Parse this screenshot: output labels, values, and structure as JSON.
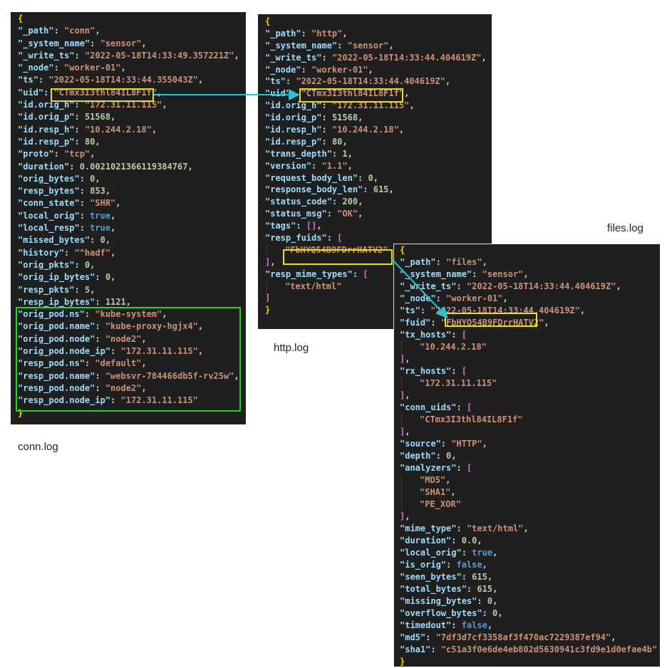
{
  "labels": {
    "conn": "conn.log",
    "http": "http.log",
    "files": "files.log"
  },
  "colors": {
    "background": "#1f1f1f",
    "key": "#9cdcfe",
    "string": "#ce9178",
    "number": "#b5cea8",
    "boolean": "#569cd6",
    "brace": "#ffd700",
    "bracket": "#da70d6",
    "highlight_uid": "#e8e010",
    "highlight_pod": "#2bd12b",
    "arrow": "#27c4d4"
  },
  "panels": {
    "conn": [
      {
        "v": "{",
        "t": "y"
      },
      {
        "k": "_path",
        "v": "\"conn\"",
        "t": "s",
        "c": ","
      },
      {
        "k": "_system_name",
        "v": "\"sensor\"",
        "t": "s",
        "c": ","
      },
      {
        "k": "_write_ts",
        "v": "\"2022-05-18T14:33:49.357221Z\"",
        "t": "s",
        "c": ","
      },
      {
        "k": "_node",
        "v": "\"worker-01\"",
        "t": "s",
        "c": ","
      },
      {
        "k": "ts",
        "v": "\"2022-05-18T14:33:44.355043Z\"",
        "t": "s",
        "c": ","
      },
      {
        "k": "uid",
        "v": "\"CTmx3I3thl84IL8F1f\"",
        "t": "s",
        "c": ","
      },
      {
        "k": "id.orig_h",
        "v": "\"172.31.11.115\"",
        "t": "s",
        "c": ","
      },
      {
        "k": "id.orig_p",
        "v": "51568",
        "t": "n",
        "c": ","
      },
      {
        "k": "id.resp_h",
        "v": "\"10.244.2.18\"",
        "t": "s",
        "c": ","
      },
      {
        "k": "id.resp_p",
        "v": "80",
        "t": "n",
        "c": ","
      },
      {
        "k": "proto",
        "v": "\"tcp\"",
        "t": "s",
        "c": ","
      },
      {
        "k": "duration",
        "v": "0.0021021366119384767",
        "t": "n",
        "c": ","
      },
      {
        "k": "orig_bytes",
        "v": "0",
        "t": "n",
        "c": ","
      },
      {
        "k": "resp_bytes",
        "v": "853",
        "t": "n",
        "c": ","
      },
      {
        "k": "conn_state",
        "v": "\"SHR\"",
        "t": "s",
        "c": ","
      },
      {
        "k": "local_orig",
        "v": "true",
        "t": "b",
        "c": ","
      },
      {
        "k": "local_resp",
        "v": "true",
        "t": "b",
        "c": ","
      },
      {
        "k": "missed_bytes",
        "v": "0",
        "t": "n",
        "c": ","
      },
      {
        "k": "history",
        "v": "\"^hadf\"",
        "t": "s",
        "c": ","
      },
      {
        "k": "orig_pkts",
        "v": "0",
        "t": "n",
        "c": ","
      },
      {
        "k": "orig_ip_bytes",
        "v": "0",
        "t": "n",
        "c": ","
      },
      {
        "k": "resp_pkts",
        "v": "5",
        "t": "n",
        "c": ","
      },
      {
        "k": "resp_ip_bytes",
        "v": "1121",
        "t": "n",
        "c": ","
      },
      {
        "k": "orig_pod.ns",
        "v": "\"kube-system\"",
        "t": "s",
        "c": ","
      },
      {
        "k": "orig_pod.name",
        "v": "\"kube-proxy-hgjx4\"",
        "t": "s",
        "c": ","
      },
      {
        "k": "orig_pod.node",
        "v": "\"node2\"",
        "t": "s",
        "c": ","
      },
      {
        "k": "orig_pod.node_ip",
        "v": "\"172.31.11.115\"",
        "t": "s",
        "c": ","
      },
      {
        "k": "resp_pod.ns",
        "v": "\"default\"",
        "t": "s",
        "c": ","
      },
      {
        "k": "resp_pod.name",
        "v": "\"websvr-784466db5f-rv25w\"",
        "t": "s",
        "c": ","
      },
      {
        "k": "resp_pod.node",
        "v": "\"node2\"",
        "t": "s",
        "c": ","
      },
      {
        "k": "resp_pod.node_ip",
        "v": "\"172.31.11.115\"",
        "t": "s"
      },
      {
        "v": "}",
        "t": "y"
      }
    ],
    "http": [
      {
        "v": "{",
        "t": "y"
      },
      {
        "k": "_path",
        "v": "\"http\"",
        "t": "s",
        "c": ","
      },
      {
        "k": "_system_name",
        "v": "\"sensor\"",
        "t": "s",
        "c": ","
      },
      {
        "k": "_write_ts",
        "v": "\"2022-05-18T14:33:44.404619Z\"",
        "t": "s",
        "c": ","
      },
      {
        "k": "_node",
        "v": "\"worker-01\"",
        "t": "s",
        "c": ","
      },
      {
        "k": "ts",
        "v": "\"2022-05-18T14:33:44.404619Z\"",
        "t": "s",
        "c": ","
      },
      {
        "k": "uid",
        "v": "\"CTmx3I3thl84IL8F1f\"",
        "t": "s",
        "c": ","
      },
      {
        "k": "id.orig_h",
        "v": "\"172.31.11.115\"",
        "t": "s",
        "c": ","
      },
      {
        "k": "id.orig_p",
        "v": "51568",
        "t": "n",
        "c": ","
      },
      {
        "k": "id.resp_h",
        "v": "\"10.244.2.18\"",
        "t": "s",
        "c": ","
      },
      {
        "k": "id.resp_p",
        "v": "80",
        "t": "n",
        "c": ","
      },
      {
        "k": "trans_depth",
        "v": "1",
        "t": "n",
        "c": ","
      },
      {
        "k": "version",
        "v": "\"1.1\"",
        "t": "s",
        "c": ","
      },
      {
        "k": "request_body_len",
        "v": "0",
        "t": "n",
        "c": ","
      },
      {
        "k": "response_body_len",
        "v": "615",
        "t": "n",
        "c": ","
      },
      {
        "k": "status_code",
        "v": "200",
        "t": "n",
        "c": ","
      },
      {
        "k": "status_msg",
        "v": "\"OK\"",
        "t": "s",
        "c": ","
      },
      {
        "k": "tags",
        "v": "[]",
        "t": "m",
        "c": ","
      },
      {
        "k": "resp_fuids",
        "v": "[",
        "t": "m"
      },
      {
        "i": 1,
        "v": "\"FbHYQ54B9FDrrHATV2\"",
        "t": "s"
      },
      {
        "v": "]",
        "t": "m",
        "c": ","
      },
      {
        "k": "resp_mime_types",
        "v": "[",
        "t": "m"
      },
      {
        "i": 1,
        "v": "\"text/html\"",
        "t": "s"
      },
      {
        "v": "]",
        "t": "m"
      },
      {
        "v": "}",
        "t": "y"
      }
    ],
    "files": [
      {
        "v": "{",
        "t": "y"
      },
      {
        "k": "_path",
        "v": "\"files\"",
        "t": "s",
        "c": ","
      },
      {
        "k": "_system_name",
        "v": "\"sensor\"",
        "t": "s",
        "c": ","
      },
      {
        "k": "_write_ts",
        "v": "\"2022-05-18T14:33:44.404619Z\"",
        "t": "s",
        "c": ","
      },
      {
        "k": "_node",
        "v": "\"worker-01\"",
        "t": "s",
        "c": ","
      },
      {
        "k": "ts",
        "v": "\"2022-05-18T14:33:44.404619Z\"",
        "t": "s",
        "c": ","
      },
      {
        "k": "fuid",
        "v": "\"FbHYQ54B9FDrrHATV2\"",
        "t": "s",
        "c": ","
      },
      {
        "k": "tx_hosts",
        "v": "[",
        "t": "m"
      },
      {
        "i": 1,
        "v": "\"10.244.2.18\"",
        "t": "s"
      },
      {
        "v": "]",
        "t": "m",
        "c": ","
      },
      {
        "k": "rx_hosts",
        "v": "[",
        "t": "m"
      },
      {
        "i": 1,
        "v": "\"172.31.11.115\"",
        "t": "s"
      },
      {
        "v": "]",
        "t": "m",
        "c": ","
      },
      {
        "k": "conn_uids",
        "v": "[",
        "t": "m"
      },
      {
        "i": 1,
        "v": "\"CTmx3I3thl84IL8F1f\"",
        "t": "s"
      },
      {
        "v": "]",
        "t": "m",
        "c": ","
      },
      {
        "k": "source",
        "v": "\"HTTP\"",
        "t": "s",
        "c": ","
      },
      {
        "k": "depth",
        "v": "0",
        "t": "n",
        "c": ","
      },
      {
        "k": "analyzers",
        "v": "[",
        "t": "m"
      },
      {
        "i": 1,
        "v": "\"MD5\"",
        "t": "s",
        "c": ","
      },
      {
        "i": 1,
        "v": "\"SHA1\"",
        "t": "s",
        "c": ","
      },
      {
        "i": 1,
        "v": "\"PE_XOR\"",
        "t": "s"
      },
      {
        "v": "]",
        "t": "m",
        "c": ","
      },
      {
        "k": "mime_type",
        "v": "\"text/html\"",
        "t": "s",
        "c": ","
      },
      {
        "k": "duration",
        "v": "0.0",
        "t": "n",
        "c": ","
      },
      {
        "k": "local_orig",
        "v": "true",
        "t": "b",
        "c": ","
      },
      {
        "k": "is_orig",
        "v": "false",
        "t": "b",
        "c": ","
      },
      {
        "k": "seen_bytes",
        "v": "615",
        "t": "n",
        "c": ","
      },
      {
        "k": "total_bytes",
        "v": "615",
        "t": "n",
        "c": ","
      },
      {
        "k": "missing_bytes",
        "v": "0",
        "t": "n",
        "c": ","
      },
      {
        "k": "overflow_bytes",
        "v": "0",
        "t": "n",
        "c": ","
      },
      {
        "k": "timedout",
        "v": "false",
        "t": "b",
        "c": ","
      },
      {
        "k": "md5",
        "v": "\"7df3d7cf3358af3f470ac7229387ef94\"",
        "t": "s",
        "c": ","
      },
      {
        "k": "sha1",
        "v": "\"c51a3f0e6de4eb802d5630941c3fd9e1d0efae4b\"",
        "t": "s"
      },
      {
        "v": "}",
        "t": "y"
      }
    ]
  }
}
